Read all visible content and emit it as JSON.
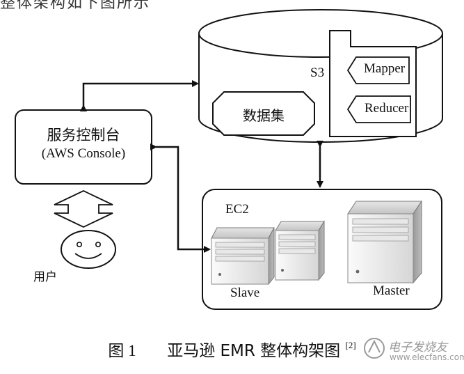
{
  "top_fragment": "整体架构如下图所示",
  "console": {
    "title": "服务控制台",
    "subtitle": "(AWS Console)"
  },
  "user": {
    "label": "用户"
  },
  "s3": {
    "label": "S3",
    "dataset_label": "数据集",
    "mapper_label": "Mapper",
    "reducer_label": "Reducer"
  },
  "ec2": {
    "label": "EC2",
    "slave_label": "Slave",
    "master_label": "Master"
  },
  "caption": {
    "figure_number": "图 1",
    "title": "亚马逊 EMR 整体构架图",
    "reference": "[2]"
  },
  "watermark": {
    "text": "电子发烧友",
    "url": "www.elecfans.com"
  },
  "colors": {
    "stroke": "#111111",
    "server_light": "#f2f2f2",
    "server_mid": "#cfcfcf",
    "server_dark": "#8c8c8c",
    "watermark": "#9a9a9a"
  }
}
